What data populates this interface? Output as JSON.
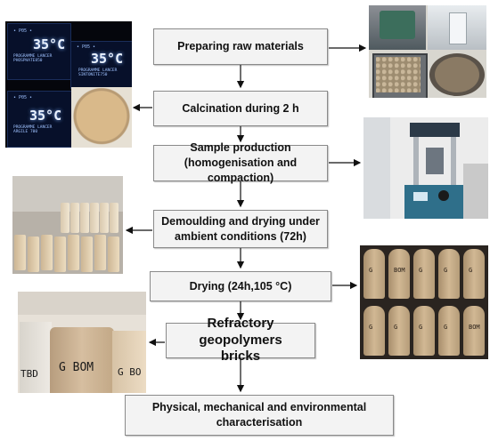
{
  "steps": [
    {
      "id": "raw",
      "label": "Preparing raw materials"
    },
    {
      "id": "calc",
      "label": "Calcination during 2 h"
    },
    {
      "id": "prod",
      "label": "Sample production\n(homogenisation and compaction)"
    },
    {
      "id": "demould",
      "label": "Demoulding and drying under\nambient conditions (72h)"
    },
    {
      "id": "dry",
      "label": "Drying (24h,105 °C)"
    },
    {
      "id": "bricks",
      "label": "Refractory geopolymers\nbricks"
    },
    {
      "id": "charac",
      "label": "Physical, mechanical and environmental\ncharacterisation"
    }
  ],
  "furnace_displays": [
    {
      "temp": "35°C",
      "program": "PROGRAMME LANCER\nPHOSPHATE850",
      "top": "• P05 •"
    },
    {
      "temp": "35°C",
      "program": "PROGRAMME LANCER\nSINTONITE750",
      "top": "• P05 •"
    },
    {
      "temp": "35°C",
      "program": "PROGRAMME LANCER\nARGILE 700",
      "top": "• P05 •"
    }
  ],
  "sample_labels": [
    "G",
    "BOM",
    "G",
    "G",
    "G",
    "G",
    "G",
    "G"
  ],
  "brick_labels": [
    "TBD",
    "G BOM",
    "G BO"
  ],
  "colors": {
    "box_fill": "#f3f3f3",
    "box_border": "#8a8a8a",
    "arrow": "#111111"
  }
}
